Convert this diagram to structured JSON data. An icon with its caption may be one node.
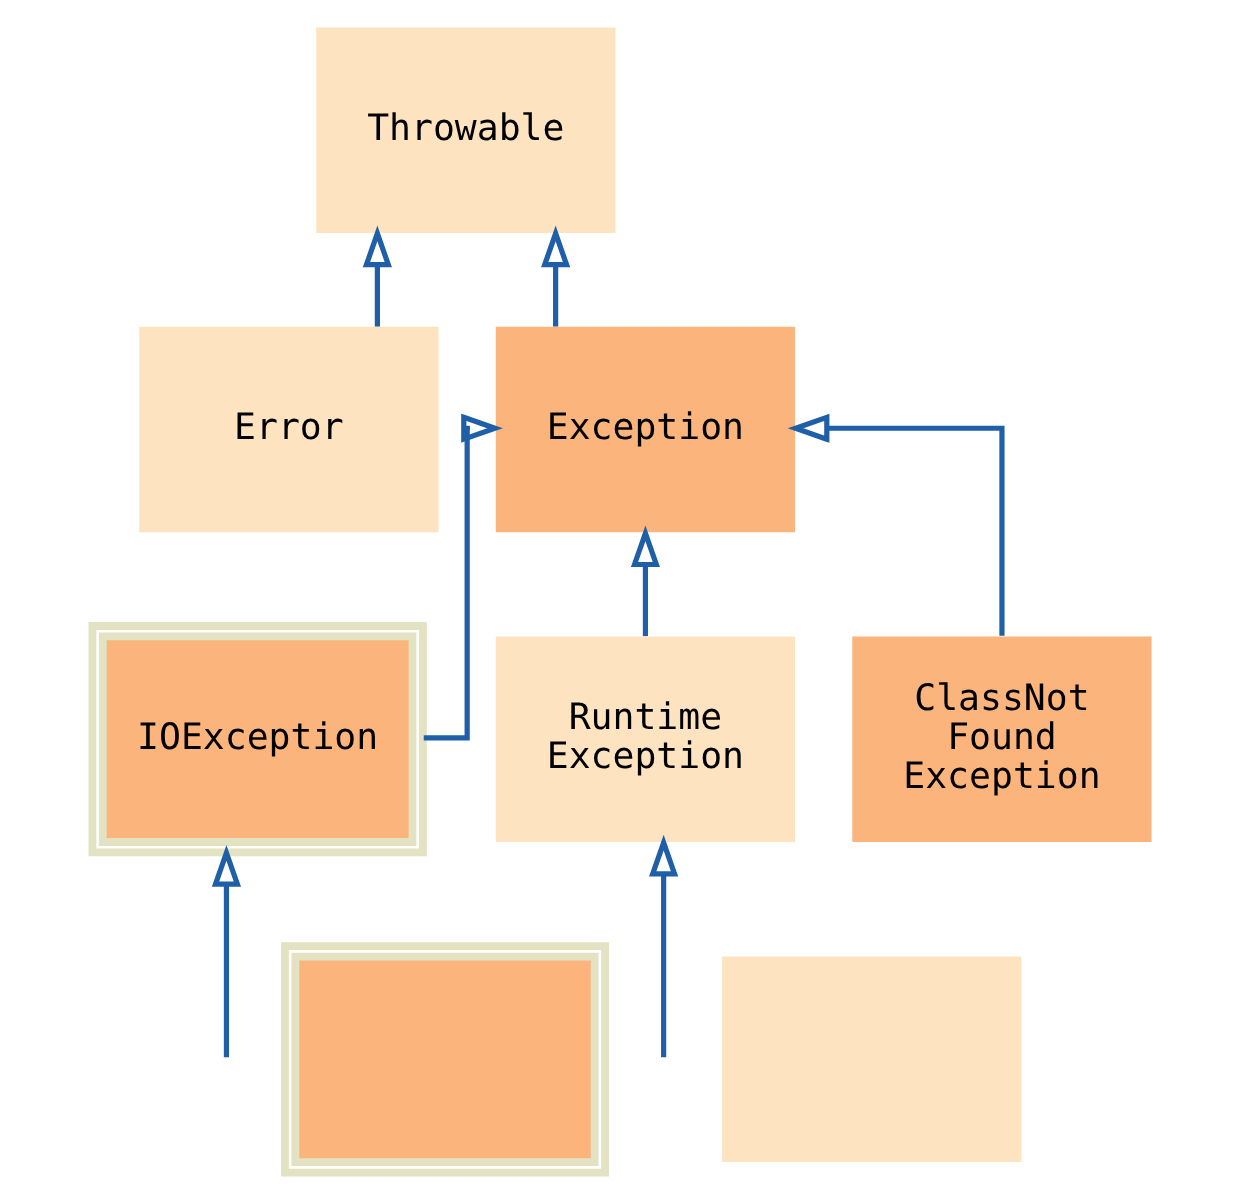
{
  "diagram": {
    "nodes": [
      {
        "text": [
          "Throwable"
        ]
      },
      {
        "text": [
          "Error"
        ]
      },
      {
        "text": [
          "Exception"
        ]
      },
      {
        "text": [
          "IOException"
        ]
      },
      {
        "text": [
          "ClassNot Found Exception"
        ]
      },
      {
        "text": [
          "Runtime Exception"
        ]
      },
      {
        "text": [],
        "shape": "box"
      },
      {
        "text": [],
        "shape": "box"
      }
    ],
    "edges": [
      {
        "from": 1,
        "to": 0,
        "arrow": "to"
      },
      {
        "from": 2,
        "to": 0,
        "arrow": "to"
      },
      {
        "from": 3,
        "to": 2,
        "arrow": "to"
      },
      {
        "from": 4,
        "to": 2,
        "arrow": "to"
      },
      {
        "from": 5,
        "to": 2,
        "arrow": "to"
      },
      {
        "from": null,
        "to": 3,
        "arrow": "to"
      },
      {
        "from": null,
        "to": 5,
        "arrow": "to"
      }
    ]
  }
}
